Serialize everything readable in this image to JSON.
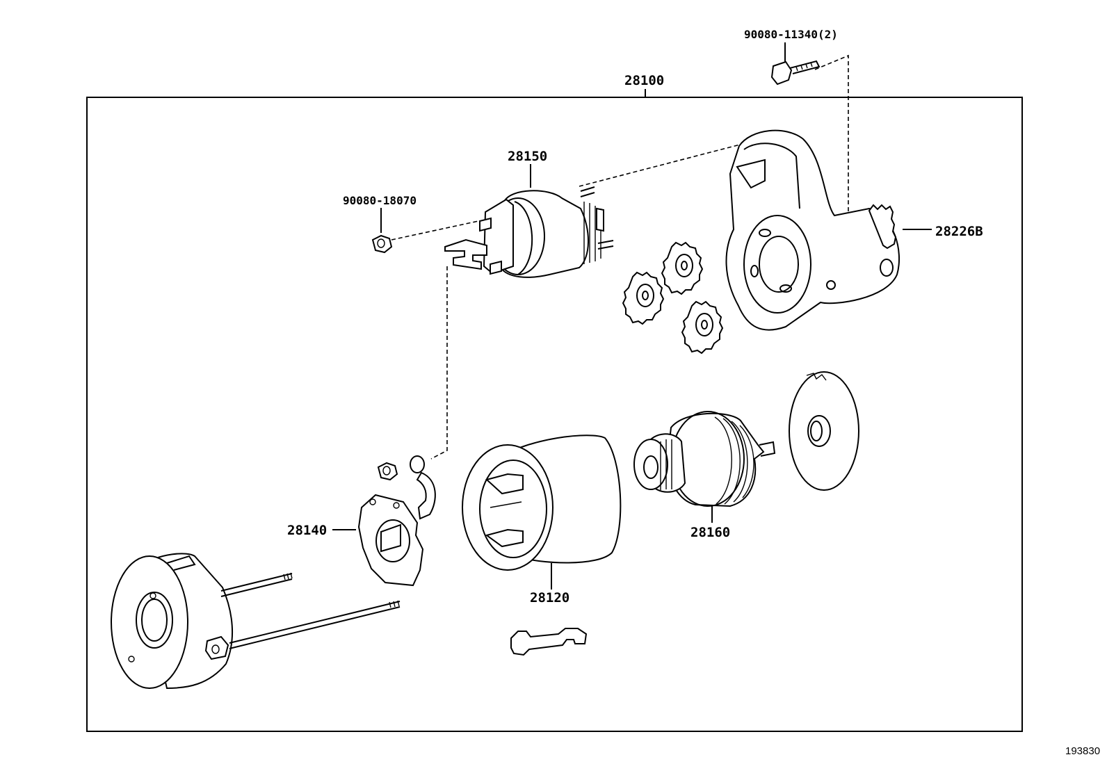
{
  "diagram": {
    "labels": {
      "assembly": "28100",
      "bolt": "90080-11340(2)",
      "solenoid": "28150",
      "nut": "90080-18070",
      "housing": "28226B",
      "brush_holder": "28140",
      "drive_clutch": "28160",
      "yoke": "28120",
      "reference": "193830"
    }
  }
}
